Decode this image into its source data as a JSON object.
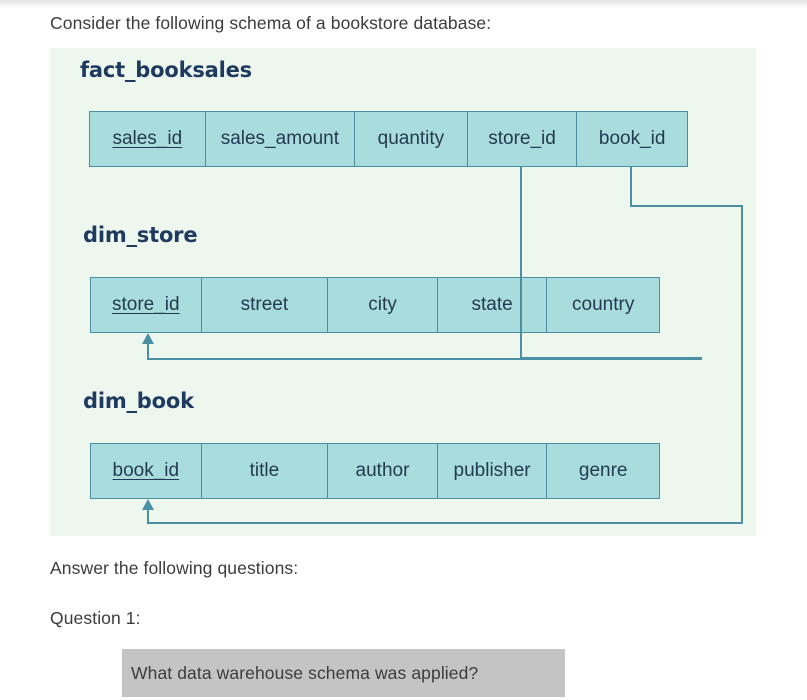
{
  "page": {
    "intro": "Consider the following schema of a bookstore database:",
    "answer_prompt": "Answer the following questions:",
    "question_label": "Question 1:",
    "question_text": "What data warehouse schema was applied?"
  },
  "colors": {
    "panel_background": "#edf7ed",
    "table_fill": "#a9dcdc",
    "table_border": "#4a8fa4",
    "title_text": "#1f3a5f",
    "cell_text": "#243a52",
    "body_text": "#3c3c3c",
    "highlight_background": "#c4c4c4"
  },
  "schema": {
    "type": "star-schema",
    "tables": [
      {
        "name": "fact_booksales",
        "kind": "fact",
        "columns": [
          {
            "label": "sales_id",
            "key": "primary"
          },
          {
            "label": "sales_amount",
            "key": "none"
          },
          {
            "label": "quantity",
            "key": "none"
          },
          {
            "label": "store_id",
            "key": "foreign"
          },
          {
            "label": "book_id",
            "key": "foreign"
          }
        ]
      },
      {
        "name": "dim_store",
        "kind": "dimension",
        "columns": [
          {
            "label": "store_id",
            "key": "primary"
          },
          {
            "label": "street",
            "key": "none"
          },
          {
            "label": "city",
            "key": "none"
          },
          {
            "label": "state",
            "key": "none"
          },
          {
            "label": "country",
            "key": "none"
          }
        ]
      },
      {
        "name": "dim_book",
        "kind": "dimension",
        "columns": [
          {
            "label": "book_id",
            "key": "primary"
          },
          {
            "label": "title",
            "key": "none"
          },
          {
            "label": "author",
            "key": "none"
          },
          {
            "label": "publisher",
            "key": "none"
          },
          {
            "label": "genre",
            "key": "none"
          }
        ]
      }
    ],
    "relationships": [
      {
        "from": "fact_booksales.store_id",
        "to": "dim_store.store_id"
      },
      {
        "from": "fact_booksales.book_id",
        "to": "dim_book.book_id"
      }
    ]
  }
}
